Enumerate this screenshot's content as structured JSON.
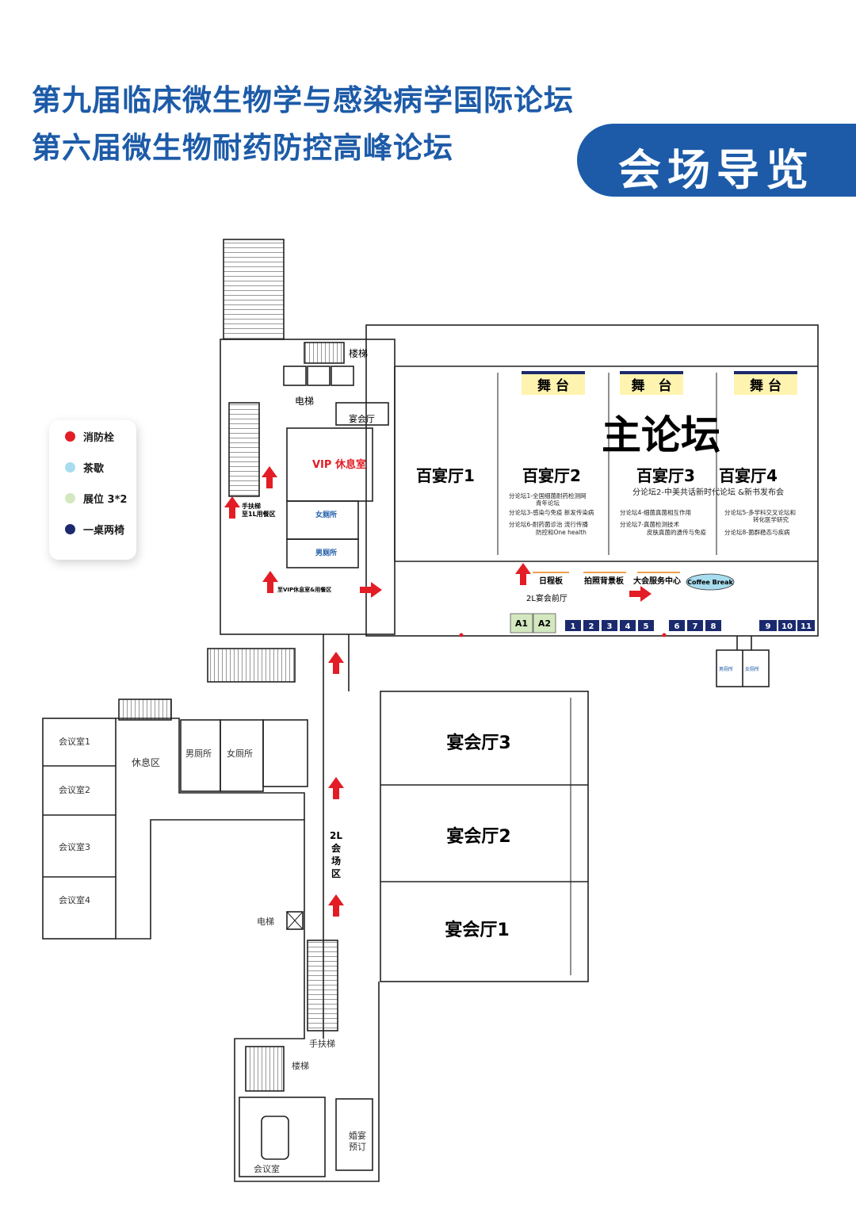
{
  "header": {
    "title_line1": "第九届临床微生物学与感染病学国际论坛",
    "title_line2": "第六届微生物耐药防控高峰论坛",
    "badge": "会场导览"
  },
  "colors": {
    "brand_blue": "#1d5ba8",
    "arrow_red": "#e21d25",
    "stage_yellow": "#fff3b0",
    "booth_green": "#d4e8c0",
    "booth_navy": "#1b2a6e"
  },
  "legend": [
    {
      "label": "消防栓",
      "color": "#e21d25"
    },
    {
      "label": "茶歇",
      "color": "#a8dcef"
    },
    {
      "label": "展位 3*2",
      "color": "#d4e8c0"
    },
    {
      "label": "一桌两椅",
      "color": "#1b2a6e"
    }
  ],
  "main_hall": {
    "title": "主论坛",
    "stages": [
      "舞 台",
      "舞　台",
      "舞 台"
    ],
    "halls": [
      {
        "name": "百宴厅1",
        "notes": []
      },
      {
        "name": "百宴厅2",
        "notes": [
          "分论坛1-全国细菌耐药检测网",
          "青年论坛",
          "分论坛3-感染与免疫 新发传染病",
          "分论坛6-耐药菌诊治 流行传播",
          "防控和One health"
        ]
      },
      {
        "name": "百宴厅3",
        "notes": [
          "分论坛2-中美共话新时代论坛 &新书发布会",
          "分论坛4-细菌真菌相互作用",
          "分论坛7-真菌检测技术",
          "皮肤真菌的遗传与免疫"
        ]
      },
      {
        "name": "百宴厅4",
        "notes": [
          "分论坛5-多学科交叉论坛和",
          "转化医学研究",
          "分论坛8-菌群稳态与疾病"
        ]
      }
    ],
    "foyer": "2L宴会前厅",
    "schedule_board": "日程板",
    "photo_wall": "拍照背景板",
    "service_center": "大会服务中心",
    "coffee_break": "Coffee Break",
    "booths_green": [
      "A1",
      "A2"
    ],
    "booths_blue": [
      "1",
      "2",
      "3",
      "4",
      "5",
      "6",
      "7",
      "8",
      "9",
      "10",
      "11"
    ]
  },
  "north_wing": {
    "stairs": "楼梯",
    "elevator": "电梯",
    "banquet_hall": "宴会厅",
    "vip_lounge": "VIP 休息室",
    "women_restroom": "女厕所",
    "men_restroom": "男厕所",
    "escalator_note_1": "手扶梯",
    "escalator_note_2": "至1L用餐区",
    "vip_note": "至VIP休息室&用餐区",
    "east_men": "男厕所",
    "east_women": "女厕所"
  },
  "south": {
    "banquet_halls": [
      "宴会厅3",
      "宴会厅2",
      "宴会厅1"
    ],
    "venue_area": [
      "2L",
      "会",
      "场",
      "区"
    ],
    "meeting_rooms": [
      "会议室1",
      "会议室2",
      "会议室3",
      "会议室4"
    ],
    "rest_area": "休息区",
    "men_restroom": "男厕所",
    "women_restroom": "女厕所",
    "elevator": "电梯",
    "escalator": "手扶梯",
    "stairs": "楼梯",
    "meeting_room_bottom": "会议室",
    "wedding_line1": "婚宴",
    "wedding_line2": "预订"
  }
}
